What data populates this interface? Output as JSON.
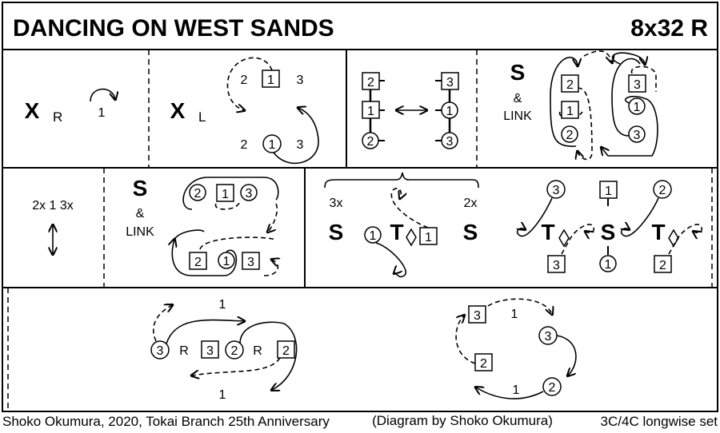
{
  "header": {
    "title": "DANCING ON WEST SANDS",
    "formation": "8x32 R"
  },
  "bars_1_8": {
    "cross_right": {
      "letter": "X",
      "hand": "R",
      "dancer": "1"
    },
    "cross_left": {
      "letter": "X",
      "hand": "L",
      "top": [
        "2",
        "1",
        "3"
      ],
      "bottom": [
        "2",
        "1",
        "3"
      ]
    },
    "change": {
      "left": [
        "2",
        "1",
        "2"
      ],
      "right": [
        "3",
        "1",
        "3"
      ]
    },
    "set_link": {
      "letter": "S",
      "amp": "&",
      "link": "LINK",
      "left": [
        "2",
        "1",
        "2"
      ],
      "right": [
        "3",
        "1",
        "3"
      ]
    }
  },
  "bars_9_16": {
    "set_repeat": {
      "text": "2x 1 3x"
    },
    "set_link": {
      "letter": "S",
      "amp": "&",
      "link": "LINK",
      "top": [
        "2",
        "1",
        "3"
      ],
      "bottom": [
        "2",
        "1",
        "3"
      ]
    },
    "turn": {
      "left_count": "3x",
      "right_count": "2x",
      "set1": "S",
      "turn": "T",
      "set2": "S",
      "woman": "1",
      "man": "1"
    },
    "corners": {
      "top": [
        "3",
        "1",
        "2"
      ],
      "mid": [
        "T",
        "S",
        "T"
      ],
      "bottom": [
        "3",
        "1",
        "2"
      ]
    }
  },
  "bars_17_32": {
    "reels": {
      "left": [
        "3",
        "R",
        "3",
        "2",
        "R",
        "2"
      ],
      "top_count": "1",
      "bottom_count": "1"
    },
    "circle": {
      "tokens": [
        "3",
        "3",
        "2",
        "2"
      ],
      "top_count": "1",
      "bottom_count": "1"
    }
  },
  "footer": {
    "credit": "Shoko Okumura, 2020, Tokai Branch 25th Anniversary",
    "diagram_by": "(Diagram by Shoko Okumura)",
    "set_type": "3C/4C longwise set"
  }
}
